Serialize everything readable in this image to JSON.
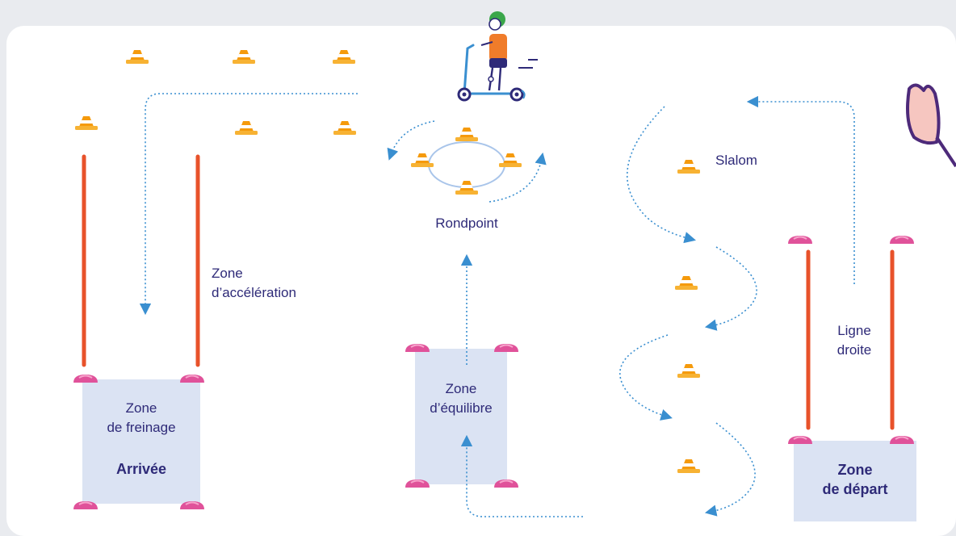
{
  "labels": {
    "acceleration_line1": "Zone",
    "acceleration_line2": "d’accélération",
    "braking_line1": "Zone",
    "braking_line2": "de freinage",
    "finish": "Arrivée",
    "roundabout": "Rondpoint",
    "balance_line1": "Zone",
    "balance_line2": "d’équilibre",
    "slalom": "Slalom",
    "straight_line1": "Ligne",
    "straight_line2": "droite",
    "start_line1": "Zone",
    "start_line2": "de départ"
  },
  "colors": {
    "background": "#e9ebef",
    "panel": "#ffffff",
    "zone_fill": "#dbe3f3",
    "text": "#2e2a78",
    "pole": "#e8522a",
    "cone": "#f59a0c",
    "cone_base": "#f7b233",
    "marker": "#e0529a",
    "arrow": "#3a8fd0",
    "roundabout_ring": "#a9c5ea"
  },
  "icons": [
    "traffic-cone-icon",
    "floor-marker-icon",
    "scooter-rider-icon",
    "hand-icon"
  ]
}
